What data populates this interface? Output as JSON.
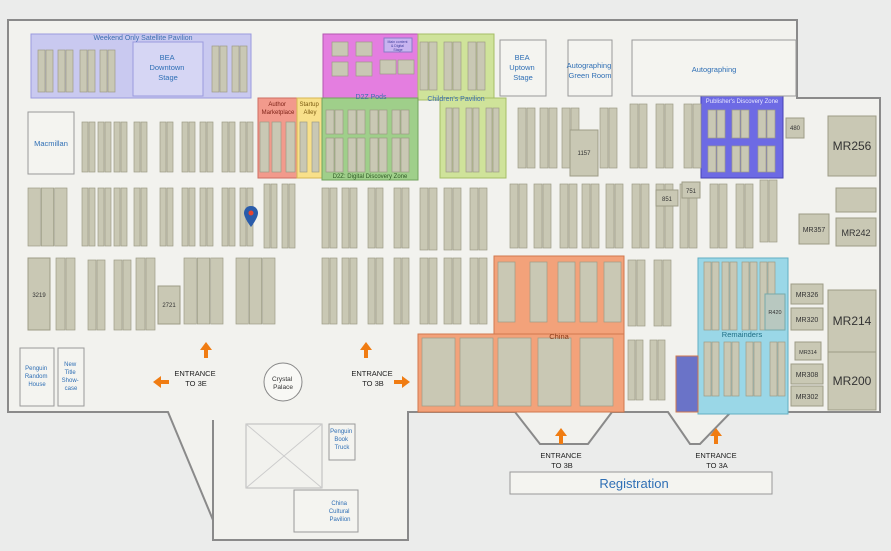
{
  "map": {
    "zones": {
      "weekend_pavilion": "Weekend Only Satellite Pavilion",
      "bea_downtown": [
        "BEA",
        "Downtown",
        "Stage"
      ],
      "d2z_pods": "D2Z Pods",
      "d2z_small": [
        "Main content",
        "& Digital",
        "Stage"
      ],
      "childrens_pavilion": "Children's Pavilion",
      "bea_uptown": [
        "BEA",
        "Uptown",
        "Stage"
      ],
      "autographing_green_room": [
        "Autographing",
        "Green Room"
      ],
      "autographing": "Autographing",
      "author_marketplace": [
        "Author",
        "Marketplace"
      ],
      "startup_alley": [
        "Startup",
        "Alley"
      ],
      "d2z_digital": "D2Z: Digital Discovery Zone",
      "publishers_discovery": "Publisher's Discovery Zone",
      "macmillan": "Macmillan",
      "china": "China",
      "remainders": "Remainders",
      "penguin_random_house": [
        "Penguin",
        "Random",
        "House"
      ],
      "new_title_showcase": [
        "New",
        "Title",
        "Show-",
        "case"
      ],
      "crystal_palace": [
        "Crystal",
        "Palace"
      ],
      "penguin_book_truck": [
        "Penguin",
        "Book",
        "Truck"
      ],
      "china_cultural_pavilion": [
        "China",
        "Cultural",
        "Pavilion"
      ]
    },
    "booths": {
      "b480": "480",
      "b1157": "1157",
      "b751": "751",
      "b851": "851",
      "b3219": "3219",
      "b2721": "2721",
      "r420": "R420"
    },
    "meeting_rooms": {
      "mr256": "MR256",
      "mr357": "MR357",
      "mr242": "MR242",
      "mr326": "MR326",
      "mr320": "MR320",
      "mr314": "MR314",
      "mr308": "MR308",
      "mr302": "MR302",
      "mr214": "MR214",
      "mr200": "MR200"
    },
    "entrances": {
      "e3e": [
        "ENTRANCE",
        "TO 3E"
      ],
      "e3b_upper": [
        "ENTRANCE",
        "TO 3B"
      ],
      "e3b_lower": [
        "ENTRANCE",
        "TO 3B"
      ],
      "e3a": [
        "ENTRANCE",
        "TO 3A"
      ]
    },
    "registration": "Registration",
    "colors": {
      "background": "#ebeceb",
      "floor": "#f2f2ee",
      "booth": "#c9c8b4",
      "booth_stroke": "#9d9c86",
      "arrow": "#f07c12",
      "weekend_pavilion": "#c9c9f0",
      "d2z_pods": "#e47ee0",
      "childrens_pavilion": "#cfe39a",
      "author_marketplace": "#f29a8c",
      "startup_alley": "#f8e08a",
      "d2z_digital": "#9fcf8a",
      "publishers_discovery": "#6d6ae4",
      "china": "#f3a27a",
      "remainders": "#9ad7e7",
      "label_blue": "#2f6fb5"
    }
  }
}
